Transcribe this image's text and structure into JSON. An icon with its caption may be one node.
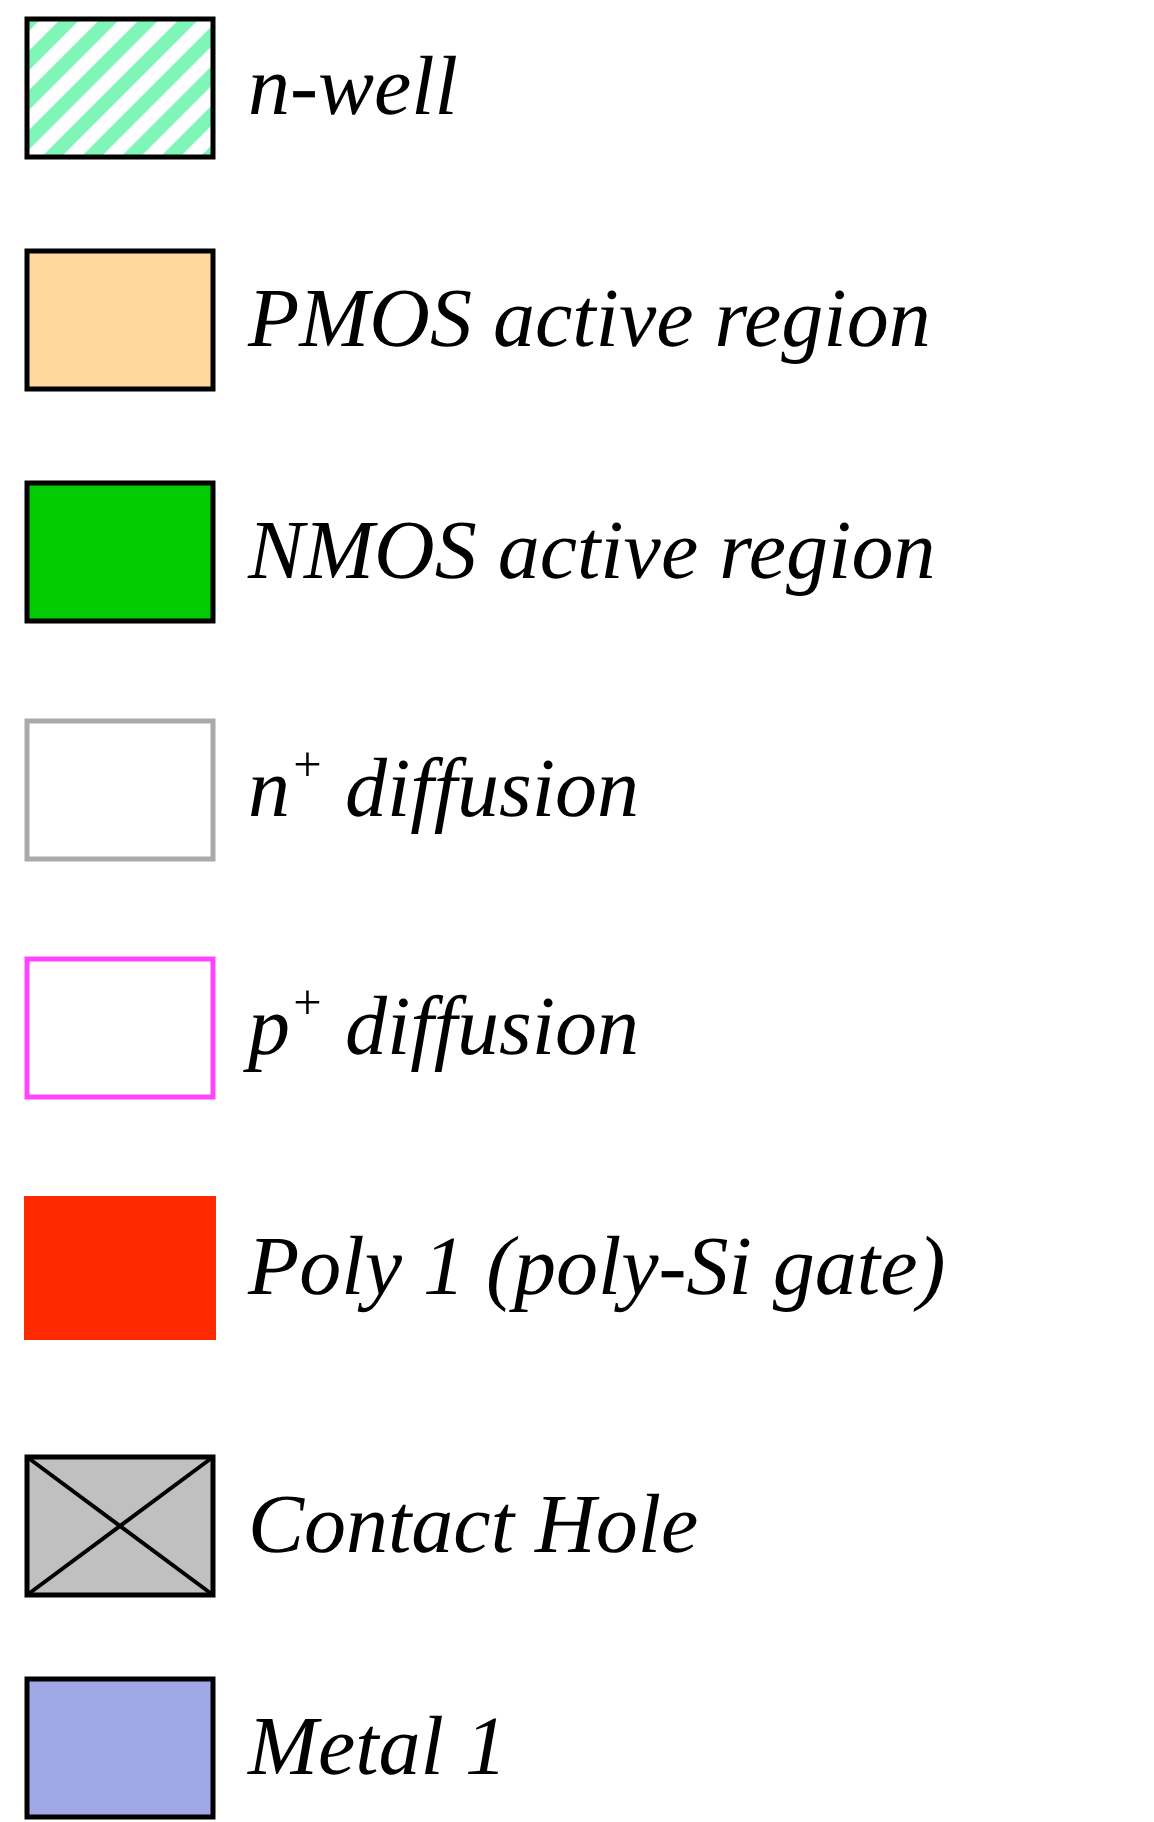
{
  "diagram": {
    "legend": [
      {
        "text": "n-well",
        "color": "#80f5b8"
      },
      {
        "text": "PMOS active region",
        "color": "#ffd8a0"
      },
      {
        "text": "NMOS active region",
        "color": "#00cc00"
      },
      {
        "text": "n$^{+}$ diffusion",
        "color": "#aaaaaa"
      },
      {
        "text": "p$^{+}$ diffusion",
        "color": "#ff44ff"
      },
      {
        "text": "Poly 1 (poly-Si gate)",
        "color": "#ff2a00"
      },
      {
        "text": "Contact Hole",
        "color": "#c0c0c0"
      },
      {
        "text": "Metal 1",
        "color": "#a0a8e8"
      }
    ]
  }
}
